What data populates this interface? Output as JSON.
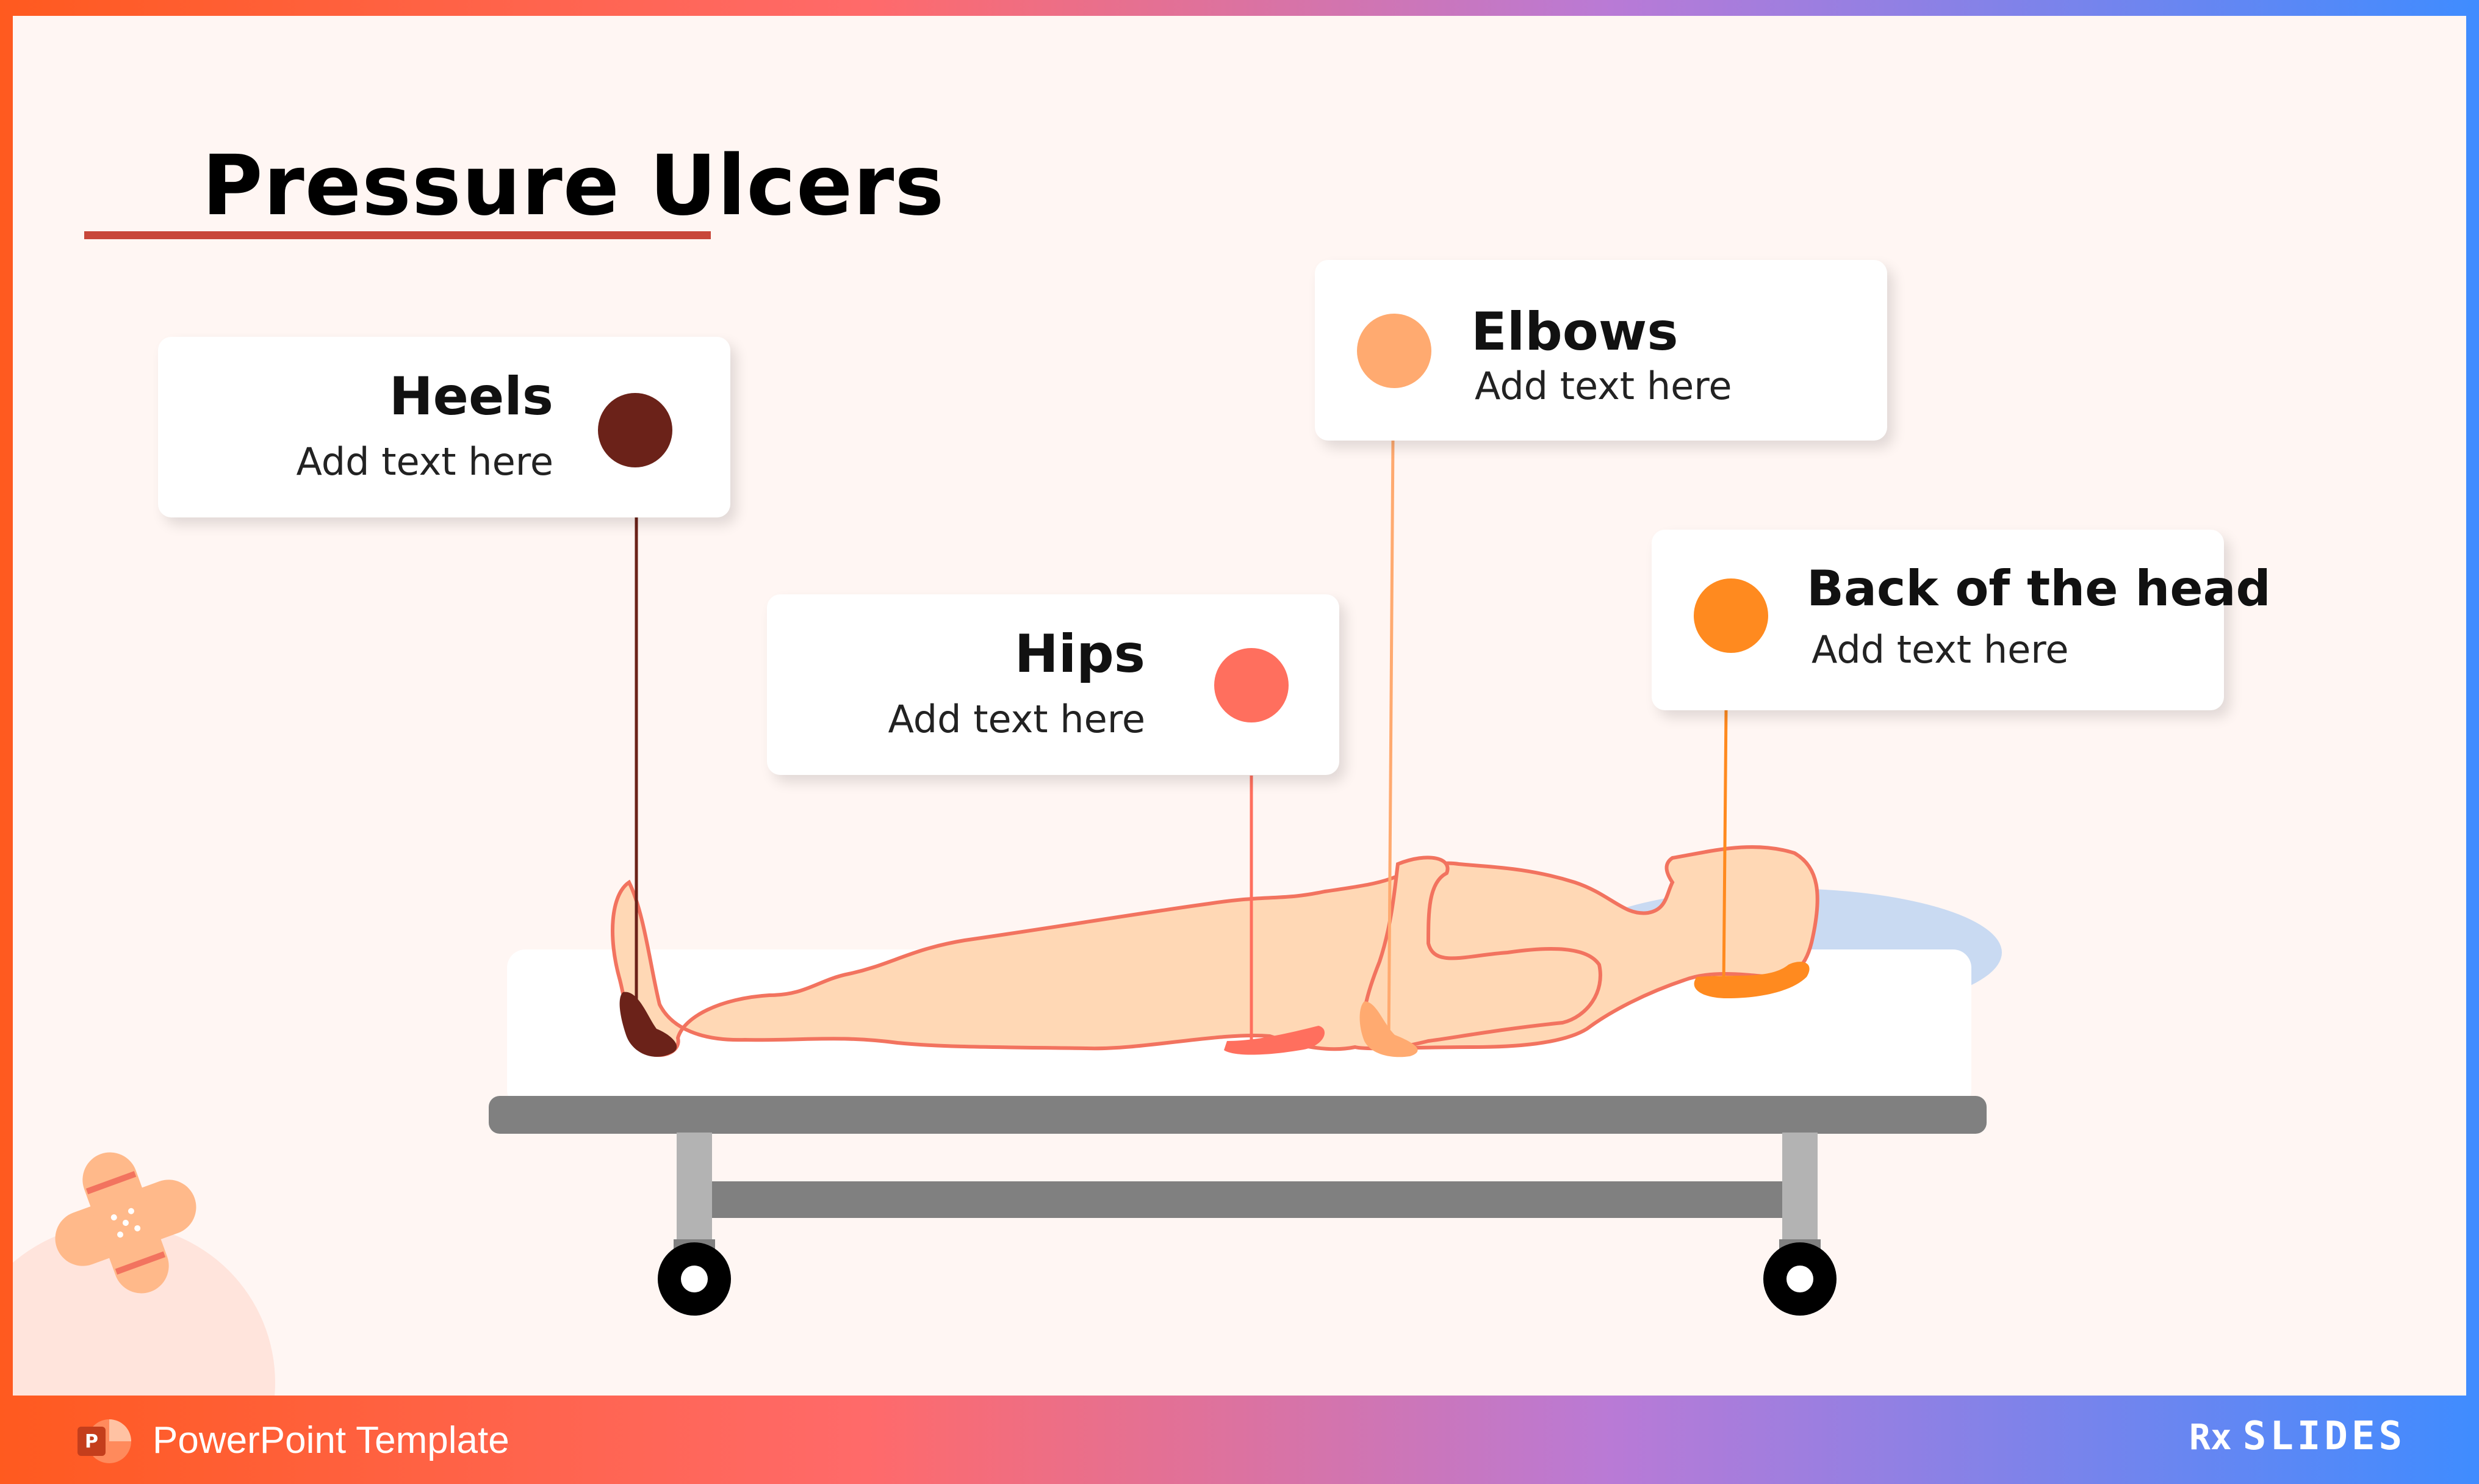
{
  "slide": {
    "title": "Pressure Ulcers"
  },
  "callouts": [
    {
      "id": "heels",
      "name": "Heels",
      "text": "Add text here",
      "color": "#6b2219"
    },
    {
      "id": "hips",
      "name": "Hips",
      "text": "Add text here",
      "color": "#ff6f5e"
    },
    {
      "id": "elbows",
      "name": "Elbows",
      "text": "Add text here",
      "color": "#ffaa70"
    },
    {
      "id": "back-of-head",
      "name": "Back of the head",
      "text": "Add text here",
      "color": "#ff8a1f"
    }
  ],
  "footer": {
    "label": "PowerPoint Template",
    "brand": "SLIDES",
    "brand_mark": "Rx"
  },
  "colors": {
    "title_rule": "#c8473a",
    "skin": "#ffd8b5",
    "outline": "#f2735f",
    "bed_frame": "#808080",
    "pillow": "#c9daf2"
  }
}
